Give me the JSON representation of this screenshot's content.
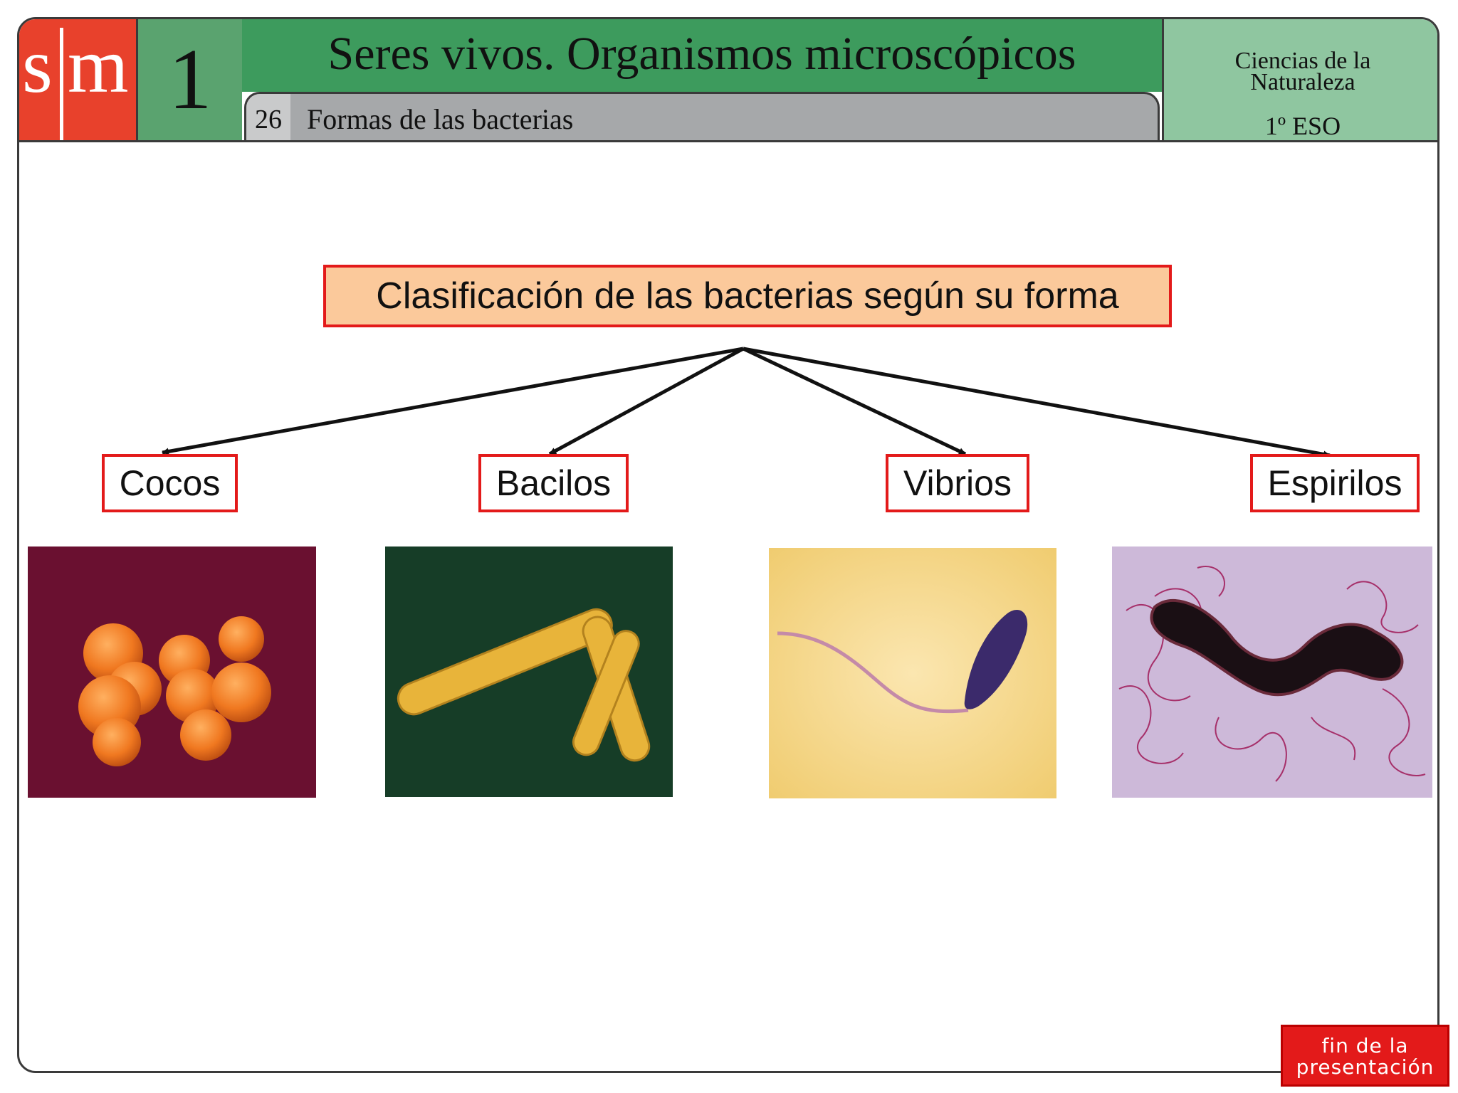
{
  "header": {
    "logo_letters": [
      "s",
      "m"
    ],
    "unit_number": "1",
    "title": "Seres vivos. Organismos microscópicos",
    "slide_number": "26",
    "slide_title": "Formas de las bacterias",
    "subject_line1": "Ciencias de la",
    "subject_line2": "Naturaleza",
    "level": "1º ESO"
  },
  "diagram": {
    "root": "Clasificación de las bacterias según su forma",
    "categories": [
      {
        "label": "Cocos",
        "image": "cocci-micrograph"
      },
      {
        "label": "Bacilos",
        "image": "bacilli-micrograph"
      },
      {
        "label": "Vibrios",
        "image": "vibrio-micrograph"
      },
      {
        "label": "Espirilos",
        "image": "spirillum-micrograph"
      }
    ]
  },
  "footer": {
    "end_line1": "fin de la",
    "end_line2": "presentación"
  },
  "colors": {
    "logo_red": "#e8412c",
    "header_green": "#3d9b5d",
    "number_green": "#5aa36f",
    "light_green": "#8fc6a0",
    "box_border_red": "#e31a1a",
    "title_fill": "#fbc99b"
  }
}
